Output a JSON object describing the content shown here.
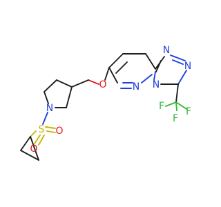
{
  "molecule": {
    "atoms": {
      "ring_n_triazole_top": "N",
      "ring_n_triazole_right": "N",
      "ring_n_bridge": "N",
      "ring_n_pyridazine": "N",
      "ether_o": "O",
      "fluorine_1": "F",
      "fluorine_2": "F",
      "fluorine_3": "F",
      "pyrrolidine_n": "N",
      "sulfonyl_s": "S",
      "sulfonyl_o1": "O",
      "sulfonyl_o2": "O"
    },
    "colors": {
      "carbon_bond": "#1f1f1f",
      "nitrogen": "#1f3fe0",
      "oxygen": "#e41a1c",
      "fluorine": "#33b833",
      "sulfur": "#c9b400"
    }
  }
}
